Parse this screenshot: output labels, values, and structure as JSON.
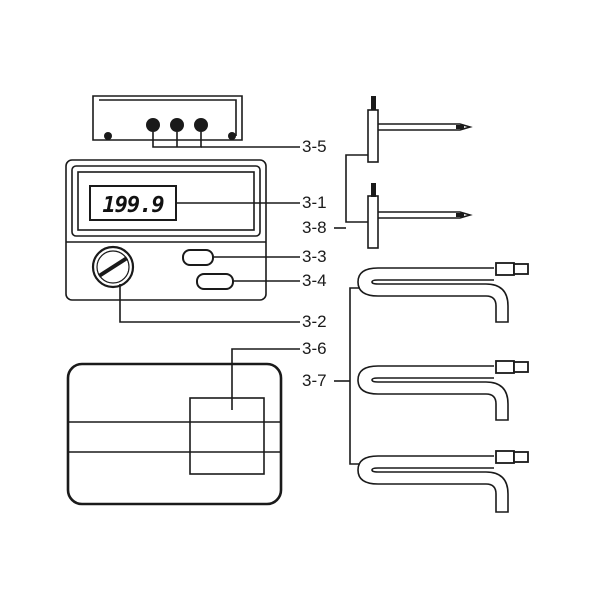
{
  "display": {
    "reading": "199.9"
  },
  "callouts": {
    "terminals": "3-5",
    "lcd": "3-1",
    "probes": "3-8",
    "button_top": "3-3",
    "button_bottom": "3-4",
    "dial": "3-2",
    "case": "3-6",
    "test_leads": "3-7"
  }
}
